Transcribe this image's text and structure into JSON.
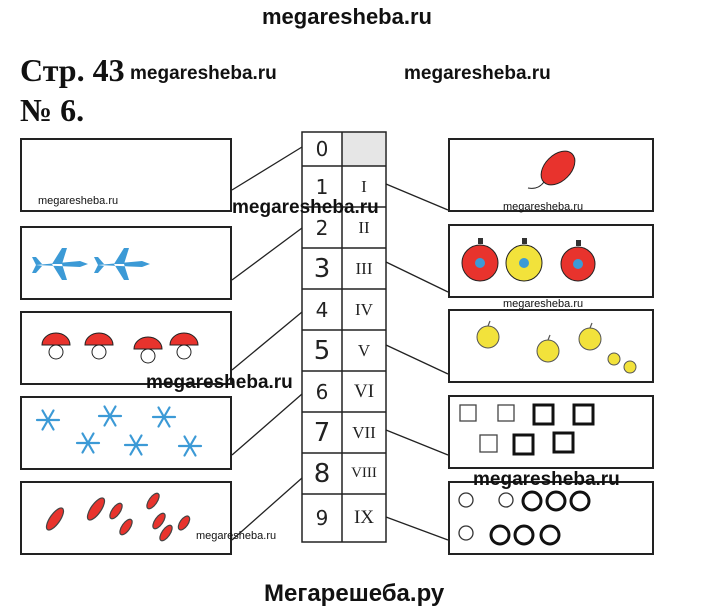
{
  "watermarks": {
    "top": "megaresheba.ru",
    "header_left": "megaresheba.ru",
    "header_right": "megaresheba.ru",
    "small_box1": "megaresheba.ru",
    "mid_center": "megaresheba.ru",
    "small_right1": "megaresheba.ru",
    "small_right2": "megaresheba.ru",
    "mid_left": "megaresheba.ru",
    "mid_right": "megaresheba.ru",
    "small_bottom": "megaresheba.ru"
  },
  "heading": {
    "page": "Стр. 43",
    "number": "№ 6."
  },
  "arabic_numbers": [
    "0",
    "1",
    "2",
    "3",
    "4",
    "5",
    "6",
    "7",
    "8",
    "9"
  ],
  "roman_numbers": [
    "",
    "I",
    "II",
    "III",
    "IV",
    "V",
    "VI",
    "VII",
    "VIII",
    "IX"
  ],
  "left_pictures": [
    "empty",
    "airplane",
    "mushroom",
    "snowflake",
    "leaf"
  ],
  "left_counts": [
    0,
    2,
    4,
    6,
    8
  ],
  "right_pictures": [
    "balloon",
    "ornament",
    "apple",
    "square",
    "circle"
  ],
  "right_counts": [
    1,
    3,
    5,
    7,
    9
  ],
  "colors": {
    "red": "#e8332d",
    "blue": "#3c9ad6",
    "yellow": "#f2e23b",
    "line": "#222222"
  },
  "footer": "Мегарешеба.ру"
}
